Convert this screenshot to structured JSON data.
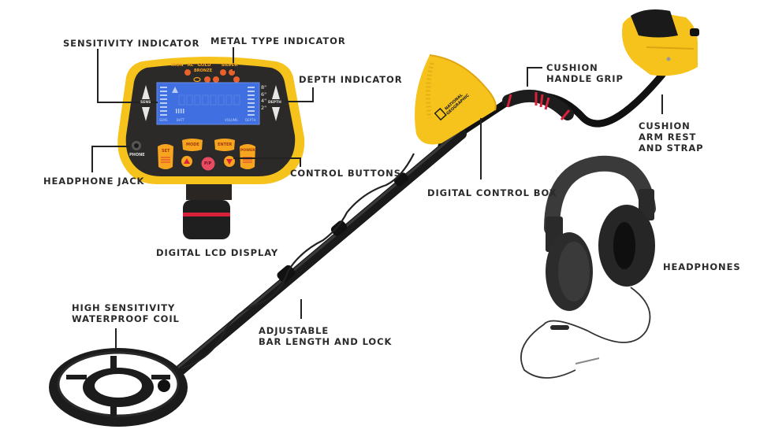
{
  "product": {
    "brand": "NATIONAL GEOGRAPHIC",
    "type": "Metal Detector with Headphones"
  },
  "callouts": [
    {
      "id": "sensitivity",
      "text": "SENSITIVITY INDICATOR"
    },
    {
      "id": "metal-type",
      "text": "METAL TYPE INDICATOR"
    },
    {
      "id": "depth",
      "text": "DEPTH INDICATOR"
    },
    {
      "id": "headphone-jack",
      "text": "HEADPHONE JACK"
    },
    {
      "id": "control-buttons",
      "text": "CONTROL BUTTONS"
    },
    {
      "id": "lcd",
      "text": "DIGITAL LCD DISPLAY"
    },
    {
      "id": "control-box",
      "text": "DIGITAL CONTROL BOX"
    },
    {
      "id": "handle-grip",
      "text": "CUSHION\nHANDLE GRIP"
    },
    {
      "id": "arm-rest",
      "text": "CUSHION\nARM REST\nAND STRAP"
    },
    {
      "id": "headphones",
      "text": "HEADPHONES"
    },
    {
      "id": "coil",
      "text": "HIGH SENSITIVITY\nWATERPROOF COIL"
    },
    {
      "id": "bar",
      "text": "ADJUSTABLE\nBAR LENGTH AND LOCK"
    }
  ],
  "panel": {
    "metal_labels": [
      "IRON",
      "AL",
      "GOLD",
      "BRONZE",
      "SILVER"
    ],
    "sens_label": "SENS",
    "depth_label": "DEPTH",
    "phone_label": "PHONE",
    "depth_marks": [
      "8\"",
      "6\"",
      "4\"",
      "2\""
    ],
    "lcd": {
      "sens": "SENS",
      "batt": "BATT",
      "volume": "VOLUME",
      "depth": "DEPTH"
    },
    "buttons": {
      "set": "SET",
      "mode": "MODE",
      "enter": "ENTER",
      "power": "POWER",
      "pp": "P/P"
    }
  },
  "colors": {
    "yellow": "#f6c21c",
    "panel": "#2b2a28",
    "lcd": "#3f6fe0",
    "button": "#f7a51f",
    "red": "#e0344a",
    "text": "#2a2a2a"
  }
}
